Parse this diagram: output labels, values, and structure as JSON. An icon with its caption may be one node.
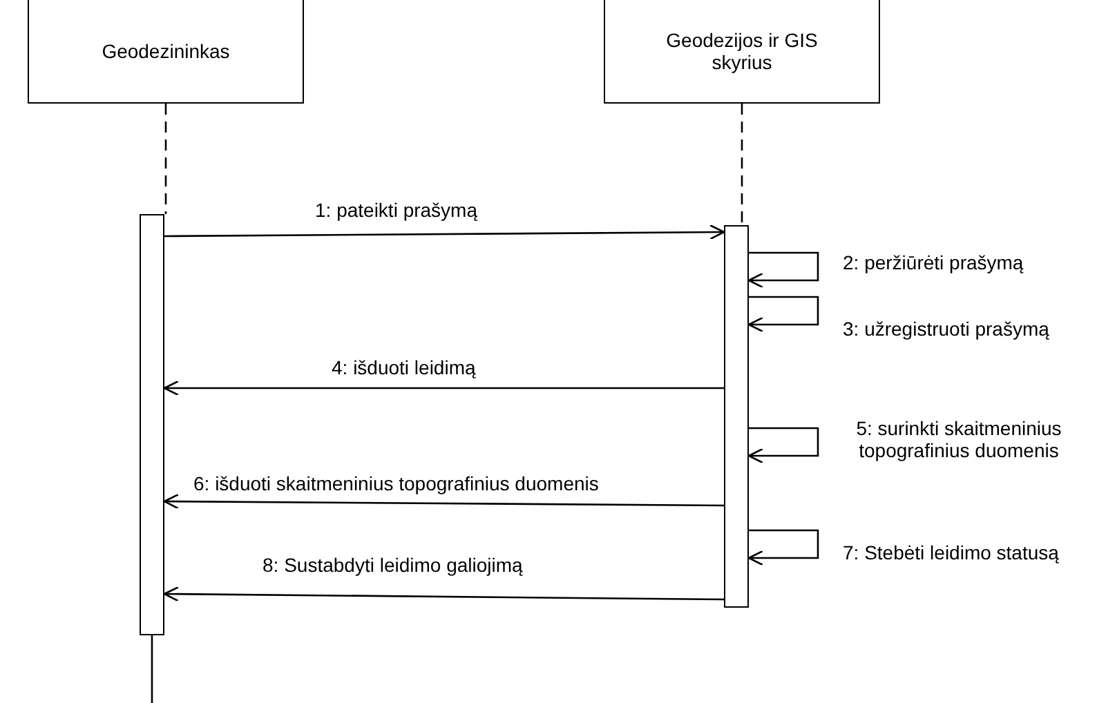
{
  "diagram": {
    "nodes": [
      {
        "text": [
          "Geodezininkas"
        ]
      },
      {
        "text": [
          "Geodezijos ir GIS skyrius"
        ]
      },
      {
        "text": [],
        "shape": "bar"
      },
      {
        "text": [],
        "shape": "bar"
      }
    ],
    "edges": [
      {
        "from": 0,
        "to": 2,
        "arrow": "none",
        "style": "dashed"
      },
      {
        "from": 1,
        "to": 3,
        "arrow": "none",
        "style": "dashed"
      },
      {
        "from": 2,
        "to": 3,
        "arrow": "to",
        "label": "1: pateikti prašymą"
      },
      {
        "from": 3,
        "to": 3,
        "arrow": "to",
        "label": "2: peržiūrėti prašymą"
      },
      {
        "from": 3,
        "to": 3,
        "arrow": "to",
        "label": "3: užregistruoti prašymą"
      },
      {
        "from": 3,
        "to": 2,
        "arrow": "to",
        "label": "4: išduoti leidimą"
      },
      {
        "from": 3,
        "to": 3,
        "arrow": "to",
        "label": "5: surinkti skaitmeninius topografinius duomenis"
      },
      {
        "from": 3,
        "to": 2,
        "arrow": "to",
        "label": "6: išduoti skaitmeninius topografinius duomenis"
      },
      {
        "from": 3,
        "to": 3,
        "arrow": "to",
        "label": "7: Stebėti leidimo statusą"
      },
      {
        "from": 3,
        "to": 2,
        "arrow": "to",
        "label": "8: Sustabdyti leidimo galiojimą"
      }
    ]
  }
}
